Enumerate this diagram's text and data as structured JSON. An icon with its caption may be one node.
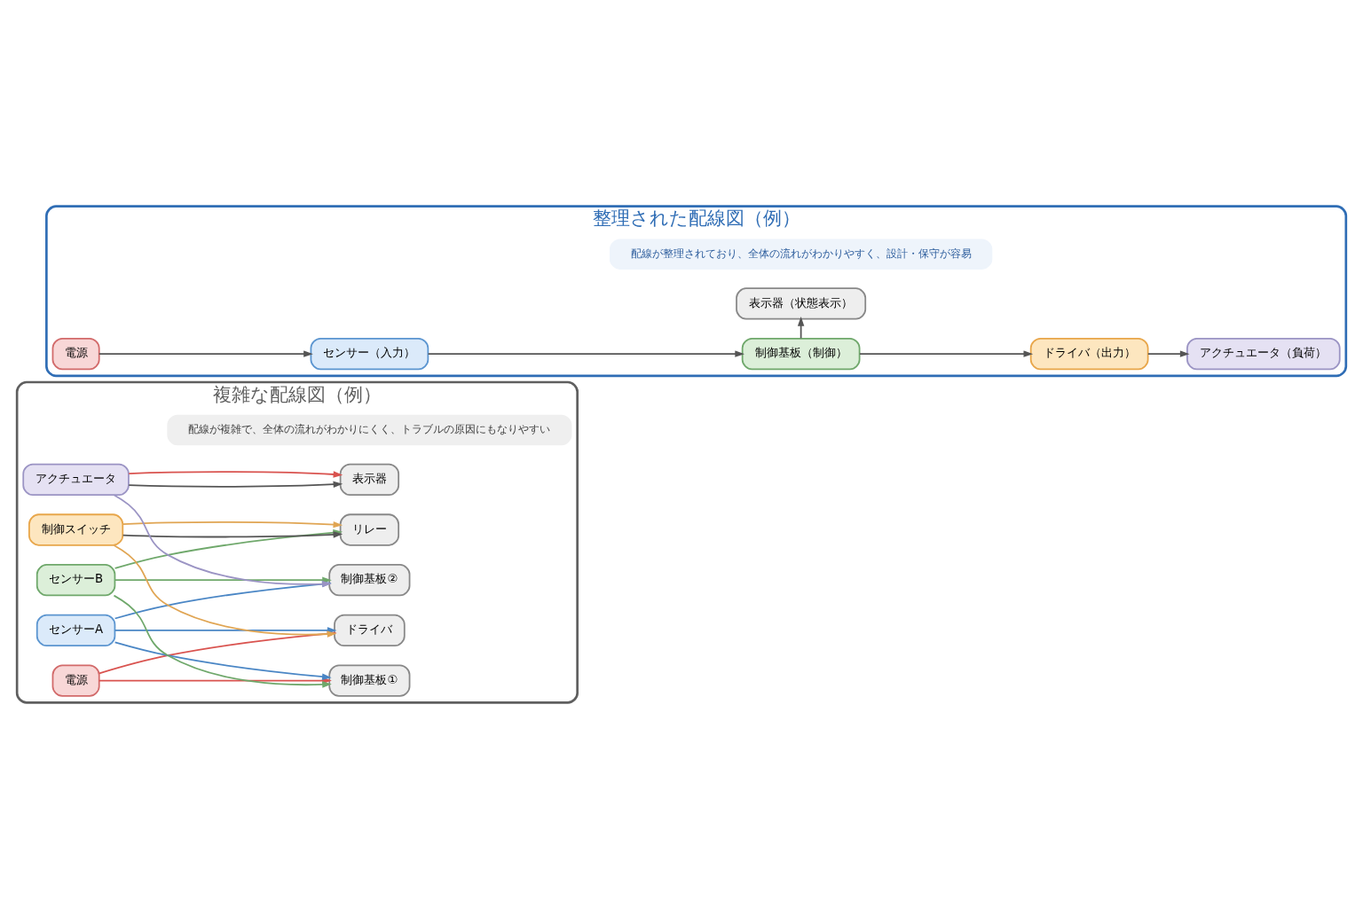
{
  "diagram": {
    "nodes": [
      {
        "text": [
          "複雑な配線図（例）"
        ]
      },
      {
        "text": [
          "電源"
        ],
        "in": 0
      },
      {
        "text": [
          "センサーA"
        ],
        "in": 0
      },
      {
        "text": [
          "センサーB"
        ],
        "in": 0
      },
      {
        "text": [
          "制御スイッチ"
        ],
        "in": 0
      },
      {
        "text": [
          "アクチュエータ"
        ],
        "in": 0
      },
      {
        "text": [
          "制御基板①"
        ],
        "in": 0
      },
      {
        "text": [
          "制御基板②"
        ],
        "in": 0
      },
      {
        "text": [
          "ドライバ"
        ],
        "in": 0
      },
      {
        "text": [
          "リレー"
        ],
        "in": 0
      },
      {
        "text": [
          "表示器"
        ],
        "in": 0
      },
      {
        "text": [
          "配線が複雑で、全体の流れがわかりにくく、トラブルの原因にもなりやすい"
        ],
        "in": 0
      },
      {
        "text": [
          "整理された配線図（例）"
        ]
      },
      {
        "text": [
          "電源"
        ],
        "in": 12
      },
      {
        "text": [
          "センサー（入力）"
        ],
        "in": 12
      },
      {
        "text": [
          "制御基板（制御）"
        ],
        "in": 12
      },
      {
        "text": [
          "ドライバ（出力）"
        ],
        "in": 12
      },
      {
        "text": [
          "アクチュエータ（負荷）"
        ],
        "in": 12
      },
      {
        "text": [
          "表示器（状態表示）"
        ],
        "in": 12
      },
      {
        "text": [
          "配線が整理されており、全体の流れがわかりやすく、設計・保守が容易"
        ],
        "in": 12
      }
    ],
    "edges": [
      {
        "from": 1,
        "to": 6,
        "arrow": "to",
        "color": "#d9534f"
      },
      {
        "from": 1,
        "to": 8,
        "arrow": "to",
        "color": "#d9534f"
      },
      {
        "from": 2,
        "to": 6,
        "arrow": "to",
        "color": "#4a86c5"
      },
      {
        "from": 2,
        "to": 7,
        "arrow": "to",
        "color": "#4a86c5"
      },
      {
        "from": 2,
        "to": 8,
        "arrow": "to",
        "color": "#4a86c5"
      },
      {
        "from": 3,
        "to": 6,
        "arrow": "to",
        "color": "#6fa86b"
      },
      {
        "from": 3,
        "to": 7,
        "arrow": "to",
        "color": "#6fa86b"
      },
      {
        "from": 3,
        "to": 9,
        "arrow": "to",
        "color": "#6fa86b"
      },
      {
        "from": 4,
        "to": 9,
        "arrow": "to"
      },
      {
        "from": 4,
        "to": 8,
        "arrow": "to",
        "color": "#e0a553"
      },
      {
        "from": 4,
        "to": 9,
        "arrow": "to",
        "color": "#e0a553"
      },
      {
        "from": 5,
        "to": 10,
        "arrow": "to"
      },
      {
        "from": 5,
        "to": 7,
        "arrow": "to",
        "color": "#9b94c4"
      },
      {
        "from": 5,
        "to": 10,
        "arrow": "to",
        "color": "#d9534f"
      },
      {
        "from": 13,
        "to": 14,
        "arrow": "to"
      },
      {
        "from": 14,
        "to": 15,
        "arrow": "to"
      },
      {
        "from": 15,
        "to": 16,
        "arrow": "to"
      },
      {
        "from": 16,
        "to": 17,
        "arrow": "to"
      },
      {
        "from": 15,
        "to": 18,
        "arrow": "to"
      }
    ]
  }
}
